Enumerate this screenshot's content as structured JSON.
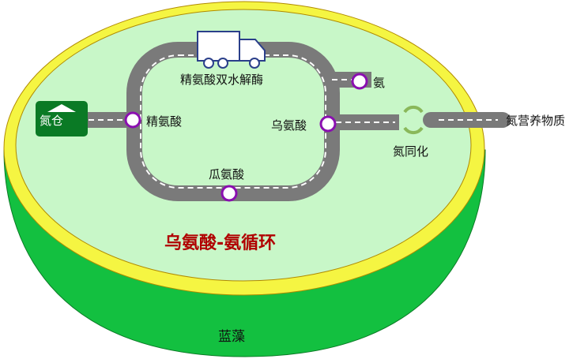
{
  "title": "乌氨酸-氨循环",
  "organism": "蓝藻",
  "storage": "氮仓",
  "enzyme": "精氨酸双水解酶",
  "nodes": {
    "arginine": "精氨酸",
    "ornithine": "乌氨酸",
    "citrulline": "瓜氨酸",
    "ammonia": "氨"
  },
  "input": "氮营养物质",
  "assimilation": "氮同化",
  "colors": {
    "body": "#13c040",
    "rim": "#f5f542",
    "inner": "#c8f7c8",
    "road": "#7a7a7a",
    "node": "#8a0fb0",
    "title": "#b00000"
  }
}
